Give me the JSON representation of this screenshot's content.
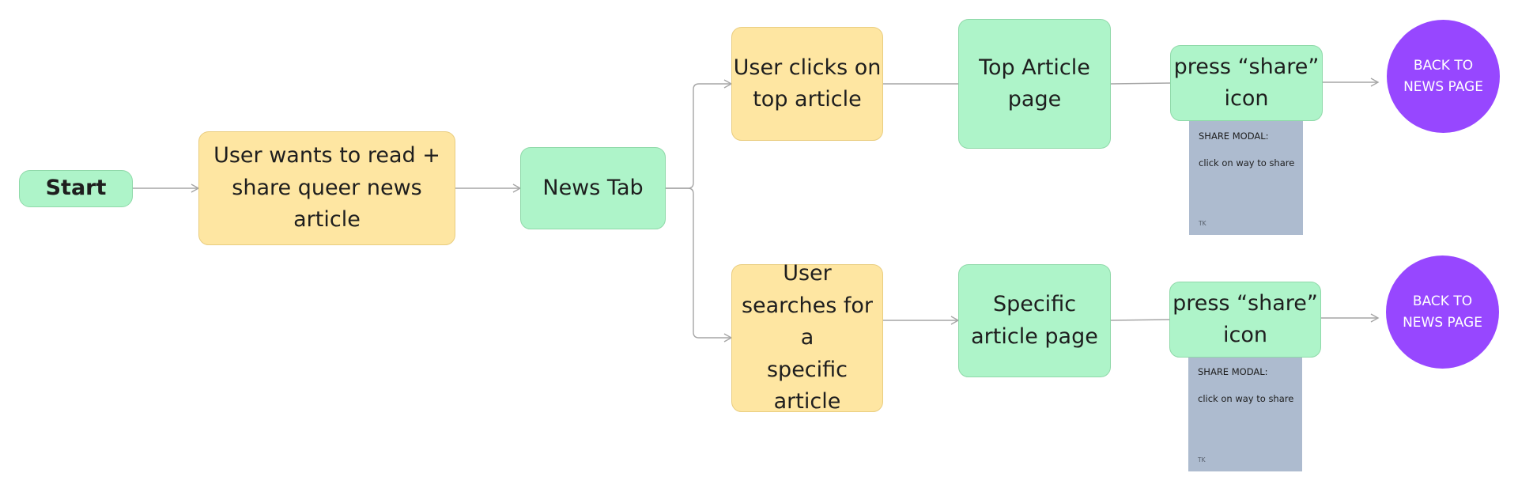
{
  "nodes": {
    "start": "Start",
    "user_goal": {
      "line1": "User wants to read +",
      "line2": "share queer news article"
    },
    "news_tab": "News Tab",
    "top_branch": {
      "clicks_top": {
        "line1": "User clicks on",
        "line2": "top article"
      },
      "top_article_page": {
        "line1": "Top Article",
        "line2": "page"
      },
      "press_share": {
        "line1": "press “share”",
        "line2": "icon"
      },
      "share_modal": {
        "title": "SHARE MODAL:",
        "body": "click on way to share",
        "footer": "TK"
      },
      "back": {
        "line1": "BACK TO",
        "line2": "NEWS PAGE"
      }
    },
    "bottom_branch": {
      "searches": {
        "line1": "User",
        "line2": "searches for a",
        "line3": "specific",
        "line4": "article"
      },
      "specific_page": {
        "line1": "Specific",
        "line2": "article page"
      },
      "press_share": {
        "line1": "press “share”",
        "line2": "icon"
      },
      "share_modal": {
        "title": "SHARE MODAL:",
        "body": "click on way to share",
        "footer": "TK"
      },
      "back": {
        "line1": "BACK TO",
        "line2": "NEWS PAGE"
      }
    }
  },
  "colors": {
    "green_node": "#aef4c9",
    "yellow_node": "#fee6a2",
    "purple_terminal": "#9747ff",
    "modal_fill": "#adbbcf",
    "connector": "#a6a6a6"
  }
}
